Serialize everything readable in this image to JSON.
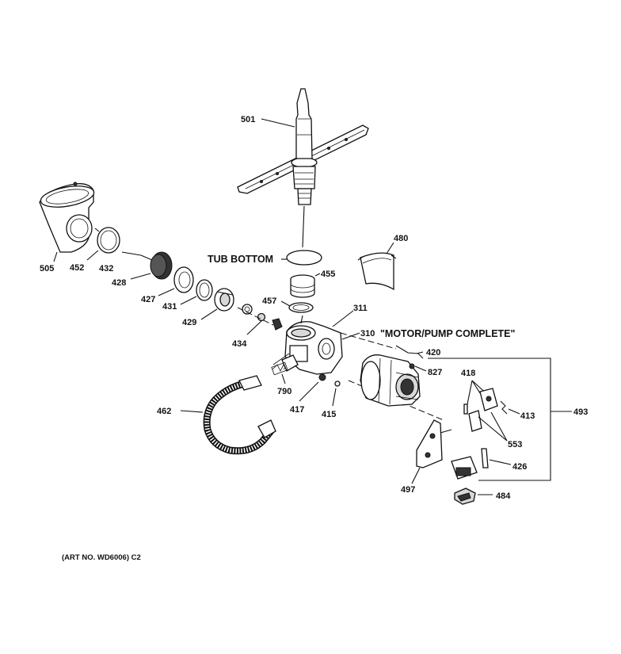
{
  "labels": {
    "p501": "501",
    "p505": "505",
    "p452": "452",
    "p432": "432",
    "p428": "428",
    "p427": "427",
    "p431": "431",
    "p429": "429",
    "p434": "434",
    "p480": "480",
    "p455": "455",
    "p457": "457",
    "p311": "311",
    "p310": "310",
    "p420": "420",
    "p827": "827",
    "p418": "418",
    "p413": "413",
    "p493": "493",
    "p553": "553",
    "p426": "426",
    "p484": "484",
    "p497": "497",
    "p790": "790",
    "p417": "417",
    "p415": "415",
    "p462": "462"
  },
  "callouts": {
    "tub_bottom": "TUB BOTTOM",
    "motor_pump": "\"MOTOR/PUMP COMPLETE\""
  },
  "footer": {
    "art_no": "(ART NO. WD6006) C2"
  }
}
